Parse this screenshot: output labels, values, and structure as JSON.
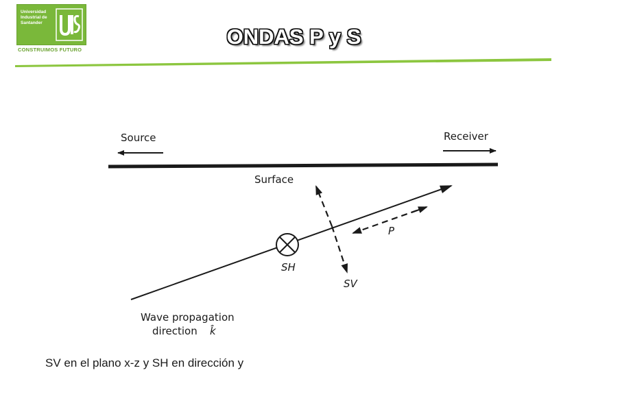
{
  "header": {
    "logo": {
      "name_lines": "Universidad\nIndustrial de\nSantander",
      "tagline": "CONSTRUIMOS FUTURO"
    },
    "title": "ONDAS P y S",
    "accent_color": "#7ab83a"
  },
  "diagram": {
    "source_label": "Source",
    "receiver_label": "Receiver",
    "surface_label": "Surface",
    "p_label": "P",
    "sh_label": "SH",
    "sv_label": "SV",
    "propagation_line1": "Wave propagation",
    "propagation_line2": "direction",
    "propagation_symbol": "k̂",
    "sh_symbol_icon": "cross-circle-icon"
  },
  "caption": "SV en el plano x-z y SH en dirección y"
}
